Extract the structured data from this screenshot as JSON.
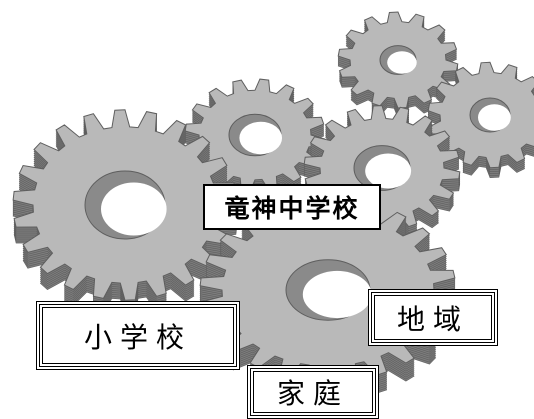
{
  "labels": {
    "center": "竜神中学校",
    "elementary": "小学校",
    "community": "地域",
    "home": "家庭"
  },
  "colors": {
    "gear_face": "#b9b9b9",
    "gear_side": "#7c7c7c",
    "gear_outline": "#5e5e5e",
    "hole_shadow": "#8a8a8a",
    "background": "#ffffff"
  },
  "gears": [
    {
      "name": "gear-top-right"
    },
    {
      "name": "gear-right"
    },
    {
      "name": "gear-middle-back"
    },
    {
      "name": "gear-center-right"
    },
    {
      "name": "gear-left-large"
    },
    {
      "name": "gear-bottom-front"
    }
  ]
}
